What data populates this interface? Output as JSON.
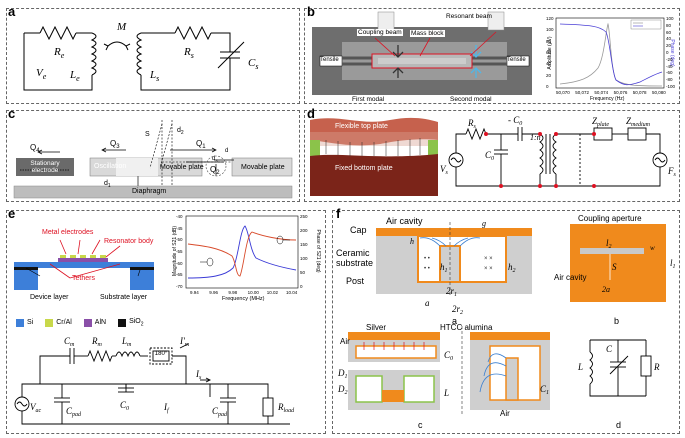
{
  "panels": {
    "a": {
      "label": "a",
      "Re": "R",
      "Re_sub": "e",
      "Le": "L",
      "Le_sub": "e",
      "Ve": "V",
      "Ve_sub": "e",
      "M": "M",
      "Rs": "R",
      "Rs_sub": "s",
      "Ls": "L",
      "Ls_sub": "s",
      "Cs": "C",
      "Cs_sub": "s"
    },
    "b": {
      "label": "b",
      "coupling_beam": "Coupling beam",
      "mass_block": "Mass block",
      "resonant_beam": "Resonant beam",
      "tensile_left": "Tensile",
      "tensile_right": "Tensile",
      "first_modal": "First modal",
      "second_modal": "Second modal",
      "chart": {
        "ylabel_left": "Amplitude (μV)",
        "ylabel_right": "Phase (deg)",
        "xlabel": "Frequency (Hz)",
        "xticks": [
          "50,070",
          "50,072",
          "50,074",
          "50,076",
          "50,078",
          "50,080"
        ],
        "yticks_left": [
          "0",
          "20",
          "40",
          "60",
          "80",
          "100",
          "120"
        ],
        "yticks_right": [
          "-100",
          "-80",
          "-60",
          "-40",
          "-20",
          "0",
          "20",
          "40",
          "60",
          "80",
          "100"
        ]
      }
    },
    "c": {
      "label": "c",
      "stationary_electrode": "Stationary electrode",
      "oscillation": "Oscillation",
      "movable_plate_1": "Movable plate",
      "movable_plate_2": "Movable plate",
      "diaphragm": "Diaphragm",
      "q4": "Q",
      "q4_sub": "4",
      "q3": "Q",
      "q3_sub": "3",
      "q1": "Q",
      "q1_sub": "1",
      "q2": "Q",
      "q2_sub": "2",
      "d1": "d",
      "d1_sub": "1",
      "d2": "d",
      "d2_sub": "2",
      "d3": "d",
      "d3_sub": "3",
      "dd": "d",
      "S": "S"
    },
    "d": {
      "label": "d",
      "flexible_top_plate": "Flexible top plate",
      "fixed_bottom_plate": "Fixed bottom plate",
      "Rs": "R",
      "Rs_sub": "s",
      "Vs": "V",
      "Vs_sub": "s",
      "C0": "C",
      "C0_sub": "0",
      "minusC0": "- C",
      "minusC0_sub": "0",
      "ratio": "1:n",
      "Zplate": "Z",
      "Zplate_sub": "plate",
      "Zmedium": "Z",
      "Zmedium_sub": "medium",
      "Fs": "F",
      "Fs_sub": "s"
    },
    "e": {
      "label": "e",
      "metal_electrodes": "Metal electrodes",
      "resonator_body": "Resonator body",
      "tethers": "Tethers",
      "device_layer": "Device layer",
      "substrate_layer": "Substrate layer",
      "legend": [
        {
          "name": "Si",
          "color": "#3d7fd9"
        },
        {
          "name": "Cr/Al",
          "color": "#c8d84a"
        },
        {
          "name": "AlN",
          "color": "#8a4fa8"
        },
        {
          "name": "SiO",
          "sub": "2",
          "color": "#111111"
        }
      ],
      "chart": {
        "ylabel_left": "Magnitude of S21 (dB)",
        "ylabel_right": "Phase of S21 (deg)",
        "xlabel": "Frequency (MHz)",
        "xticks": [
          "9.96",
          "9.98",
          "10.00",
          "10.02",
          "10.04"
        ],
        "xtick_first": "9.94",
        "yticks_left": [
          "-70",
          "-65",
          "-60",
          "-55",
          "-50",
          "-45",
          "-40"
        ],
        "yticks_right": [
          "0",
          "50",
          "100",
          "150",
          "200",
          "250"
        ]
      },
      "circuit": {
        "Cm": "C",
        "Cm_sub": "m",
        "Rm": "R",
        "Rm_sub": "m",
        "Lm": "L",
        "Lm_sub": "m",
        "phase": "180°",
        "Ip_m": "I'",
        "Ip_m_sub": "m",
        "Is": "I",
        "Is_sub": "s",
        "Vac": "V",
        "Vac_sub": "ac",
        "Cpad1": "C",
        "Cpad1_sub": "pad",
        "C0": "C",
        "C0_sub": "0",
        "If": "I",
        "If_sub": "f",
        "Cpad2": "C",
        "Cpad2_sub": "pad",
        "Rload": "R",
        "Rload_sub": "load"
      }
    },
    "f": {
      "label": "f",
      "cap": "Cap",
      "air_cavity_top": "Air cavity",
      "ceramic_substrate_1": "Ceramic",
      "ceramic_substrate_2": "substrate",
      "post": "Post",
      "h": "h",
      "g": "g",
      "h1": "h",
      "h1_sub": "1",
      "h2": "h",
      "h2_sub": "2",
      "r1": "2r",
      "r1_sub": "1",
      "r2": "2r",
      "r2_sub": "2",
      "a": "a",
      "sublabel_a": "a",
      "coupling_aperture": "Coupling aperture",
      "l2": "l",
      "l2_sub": "2",
      "l1": "l",
      "l1_sub": "1",
      "S": "S",
      "w": "w",
      "air_cavity_b": "Air cavity",
      "two_a": "2a",
      "sublabel_b": "b",
      "silver": "Silver",
      "htcc": "HTCC alumina",
      "air1": "Air",
      "air2": "Air",
      "C0": "C",
      "C0_sub": "0",
      "C1": "C",
      "C1_sub": "1",
      "D1": "D",
      "D1_sub": "1",
      "D2": "D",
      "D2_sub": "2",
      "L": "L",
      "sublabel_c": "c",
      "dL": "L",
      "dC": "C",
      "dR": "R",
      "sublabel_d": "d"
    }
  }
}
